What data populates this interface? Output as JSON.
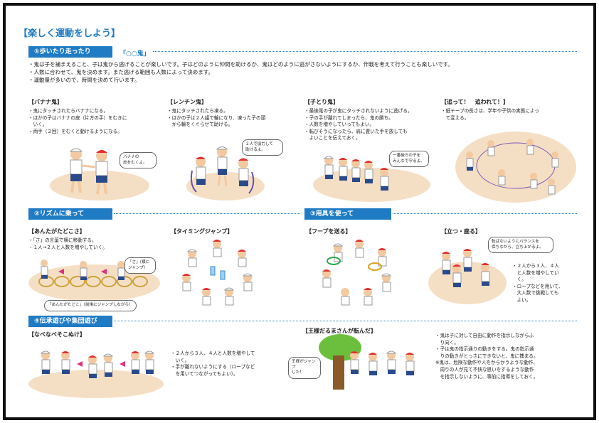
{
  "title": "【楽しく運動をしよう】",
  "sections": {
    "s1": {
      "label": "①歩いたり走ったり",
      "subtitle": "「○○鬼」"
    },
    "s2": {
      "label": "②リズムに乗って"
    },
    "s3": {
      "label": "③用具を使って"
    },
    "s4": {
      "label": "④伝承遊びや集団遊び"
    }
  },
  "intro": [
    "・鬼は子を捕まえること、子は鬼から逃げることが楽しいです。子はどのように仲間を助けるか、鬼はどのように逃がさないようにするか、作戦を考えて行うことも楽しいです。",
    "・人数に合わせて、鬼を決めます。また逃げる範囲も人数によって決めます。",
    "・運動量が多いので、時間を決めて行います。"
  ],
  "activities": {
    "banana": {
      "title": "【バナナ鬼】",
      "lines": [
        "・鬼にタッチされたらバナナになる。",
        "・ほかの子はバナナの皮（片方の手）をむきに",
        "　いく。",
        "・両手（２回）をむくと動けるようになる。"
      ],
      "bubble": [
        "バナナの",
        "皮をむくよ。"
      ]
    },
    "renchin": {
      "title": "【レンチン鬼】",
      "lines": [
        "・鬼にタッチされたら凍る。",
        "・ほかの子は２人組で輪になり、凍った子の頭",
        "　から輪をくぐらせて助ける。"
      ],
      "bubble": [
        "２人で協力して",
        "助けるよ。"
      ]
    },
    "kotori": {
      "title": "【子とり鬼】",
      "lines": [
        "・最後尾の子が鬼にタッチされないように逃げる。",
        "・子の手が離れてしまったら、鬼の勝ち。",
        "・人数を増やしていってもよい。",
        "・転びそうになったら、肩に置いた手を放しても",
        "　よいことを伝えておく。"
      ],
      "bubble": [
        "一番後ろの子を",
        "みんなで守るよ。"
      ]
    },
    "otte": {
      "title": "【追って！　追われて！】",
      "lines": [
        "・紙テープの長さは、学年や子供の実態によっ",
        "　て変える。"
      ]
    },
    "antagata": {
      "title": "【あんたがたどこさ】",
      "lines": [
        "・「さ」の言葉で横に移動する。",
        "・１人→２人と人数を増やしていく。"
      ],
      "bubble1": [
        "「さ」(横に",
        "ジャンプ）"
      ],
      "bubble2": "「あんたがたどこ」（前後にジャンプしながら）"
    },
    "timing": {
      "title": "【タイミングジャンプ】"
    },
    "hoop": {
      "title": "【フープを送る】"
    },
    "tatsu": {
      "title": "【立つ・座る】",
      "bubble": [
        "転ばないようにバランスを",
        "保ちながら、立ち上がるよ。"
      ],
      "lines": [
        "・２人から３人、４人",
        "　と人数を増やしてい",
        "　く。",
        "・ロープなどを用いて、",
        "　大人数で挑戦しても",
        "　よい。"
      ]
    },
    "nabe": {
      "title": "【なべなべそこぬけ】",
      "lines": [
        "・２人から３人、４人と人数を増やして",
        "　いく。",
        "・手が離れないようにする（ロープなど",
        "　を用いてつながってもよい）。"
      ]
    },
    "darumasan": {
      "title": "【王様だるまさんが転んだ】",
      "bubble": [
        "王様がジャンプ",
        "した！"
      ],
      "lines": [
        "・鬼は子に対して自由に動作を指示しながらふ",
        "　り向く。",
        "・子は鬼の指示通りの動きをする。鬼の指示通",
        "　りの動きがとっさにできないと、鬼に捕まる。",
        "※鬼は、危険な動作や人をからかうような動作、",
        "　周りの人が見て不快な思いをするような動作",
        "　を指示しないように、事前に指導をしておく。"
      ]
    }
  },
  "colors": {
    "accent": "#1e7bc4",
    "ground": "#f5dfc4",
    "cap": "#e23030"
  }
}
